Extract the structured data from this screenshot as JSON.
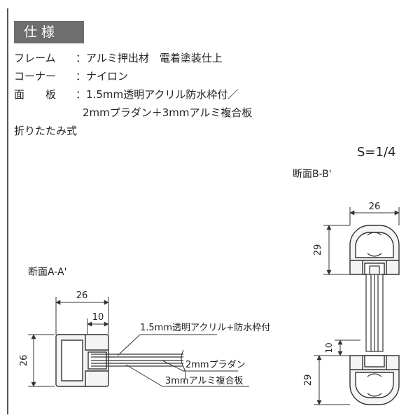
{
  "spec": {
    "header": "仕様",
    "frame_label": "フレーム",
    "frame_value": "アルミ押出材　電着塗装仕上",
    "corner_label": "コーナー",
    "corner_value": "ナイロン",
    "face_label": "面　　板",
    "face_value_1": "1.5mm透明アクリル防水枠付／",
    "face_value_2": "2mmプラダン＋3mmアルミ複合板",
    "fold": "折りたたみ式",
    "sep": "："
  },
  "scale": "S=1/4",
  "section_a": {
    "title": "断面A-A'",
    "dim_width": "26",
    "dim_inner": "10",
    "dim_height": "26",
    "callout_1": "1.5mm透明アクリル+防水枠付",
    "callout_2": "2mmプラダン",
    "callout_3": "3mmアルミ複合板"
  },
  "section_b": {
    "title": "断面B-B'",
    "dim_width": "26",
    "dim_top": "29",
    "dim_inner": "10",
    "dim_bottom": "29"
  },
  "colors": {
    "line": "#333333",
    "header_bg": "#6e6e6e",
    "fill": "#f4f4f4"
  }
}
